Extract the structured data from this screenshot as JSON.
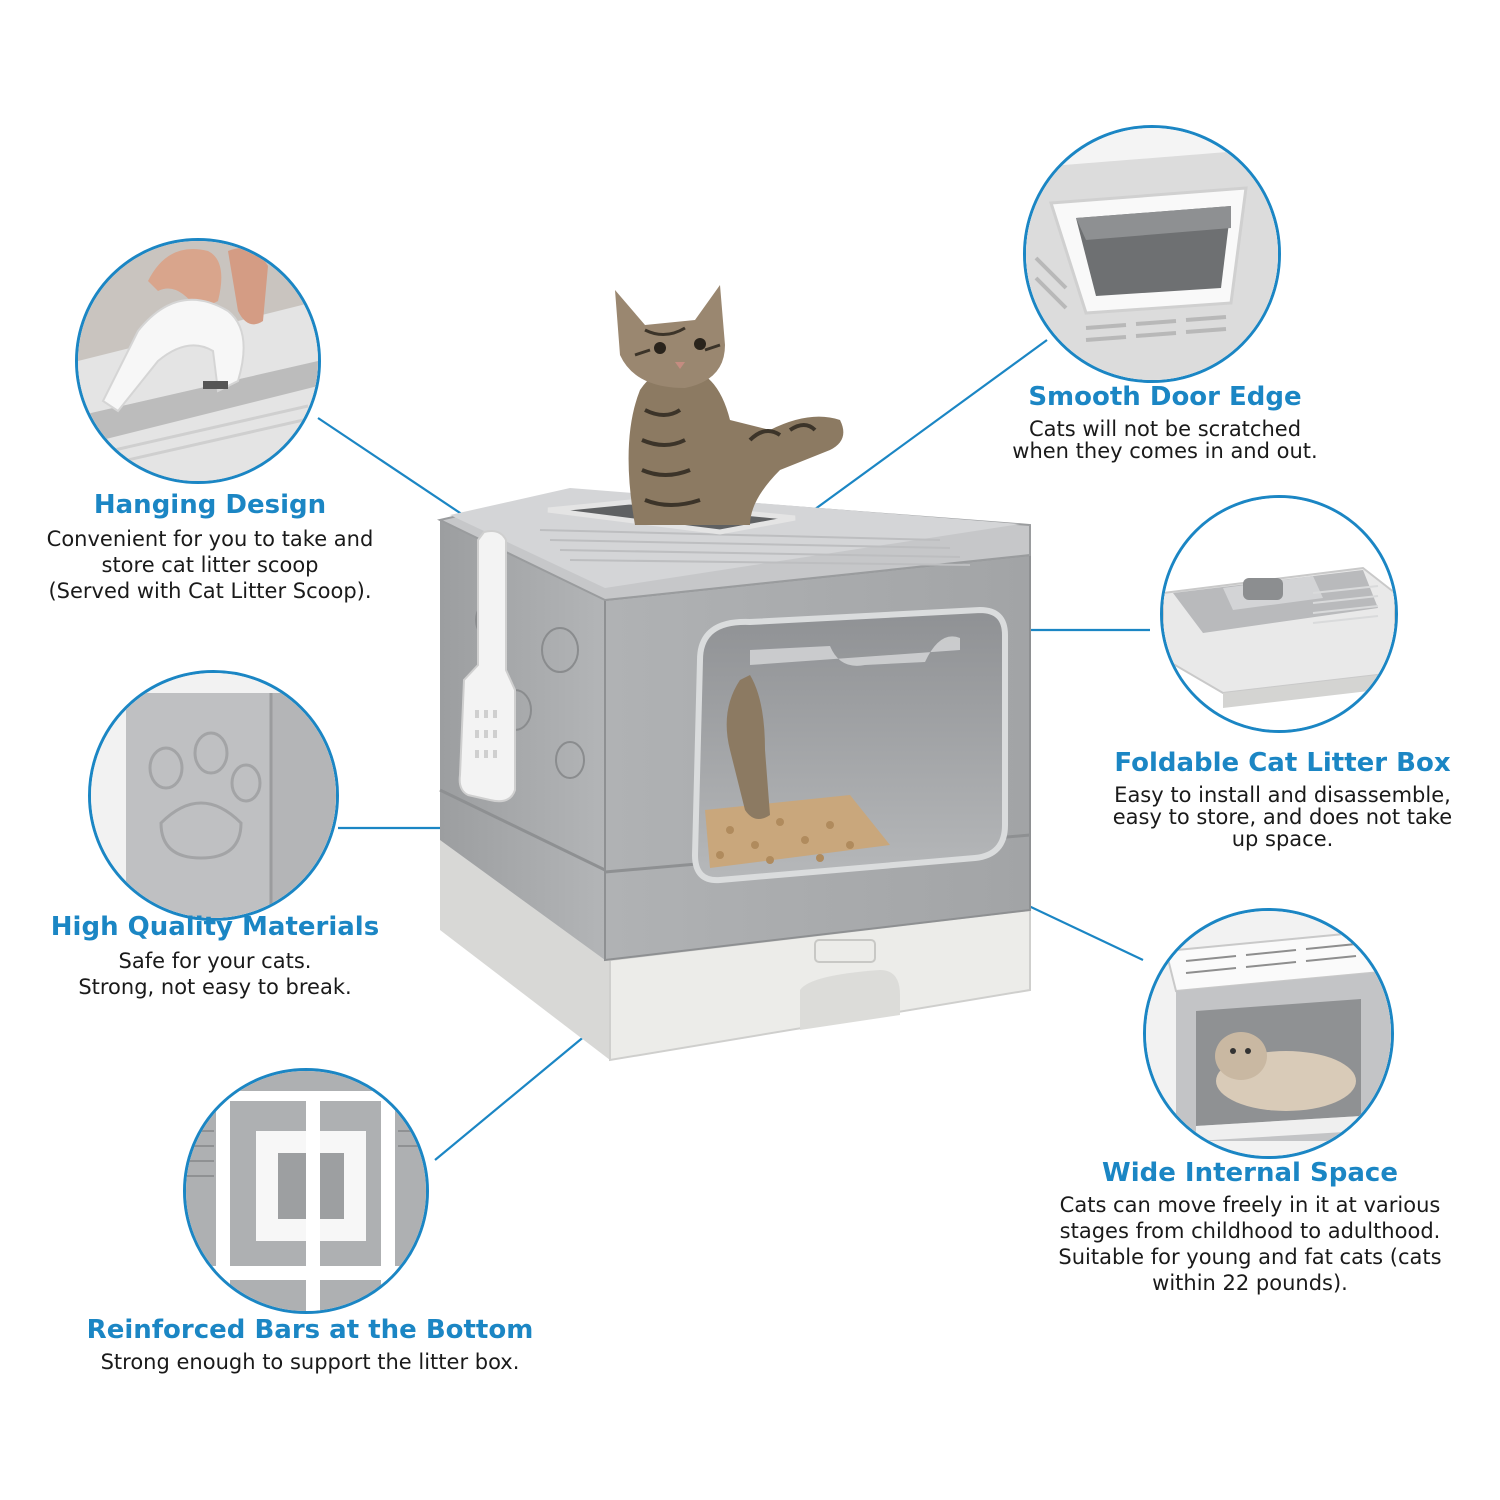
{
  "colors": {
    "accent": "#1b86c4",
    "body_gray": "#a9abad",
    "tray_white": "#ececea"
  },
  "features": {
    "hanging": {
      "title": "Hanging Design",
      "lines": [
        "Convenient for you to take and",
        "store cat litter scoop",
        "(Served with Cat Litter Scoop)."
      ],
      "icon": "scoop-hook-icon"
    },
    "materials": {
      "title": "High Quality Materials",
      "lines": [
        "Safe for your cats.",
        "Strong, not easy to break."
      ],
      "icon": "paw-panel-icon"
    },
    "bars": {
      "title": "Reinforced Bars at the Bottom",
      "lines": [
        "Strong enough to support the litter box."
      ],
      "icon": "reinforced-frame-icon"
    },
    "door": {
      "title": "Smooth Door Edge",
      "lines": [
        "Cats will not be scratched",
        "when they comes in and out."
      ],
      "icon": "top-door-icon"
    },
    "foldable": {
      "title": "Foldable Cat Litter Box",
      "lines": [
        "Easy to install and disassemble,",
        "easy to store, and does not take",
        "up space."
      ],
      "icon": "folded-box-icon"
    },
    "space": {
      "title": "Wide Internal Space",
      "lines": [
        "Cats can move freely in it at various",
        "stages from childhood to adulthood.",
        "Suitable for young and fat cats (cats",
        "within 22 pounds)."
      ],
      "icon": "cat-inside-icon"
    }
  }
}
